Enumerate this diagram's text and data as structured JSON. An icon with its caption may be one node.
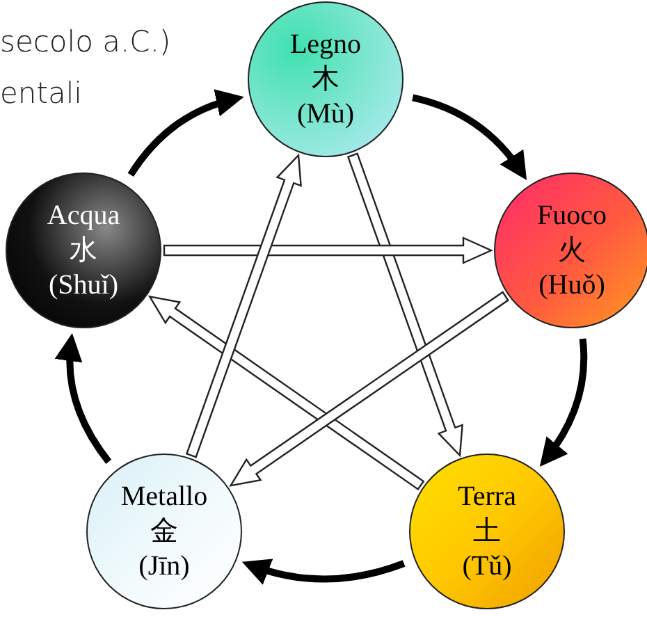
{
  "diagram": {
    "nodes": [
      {
        "text": [
          "Legno",
          "木",
          "(Mù)"
        ]
      },
      {
        "text": [
          "Fuoco",
          "火",
          "(Huǒ)"
        ]
      },
      {
        "text": [
          "Terra",
          "土",
          "(Tǔ)"
        ]
      },
      {
        "text": [
          "Metallo",
          "金",
          "(Jīn)"
        ]
      },
      {
        "text": [
          "Acqua",
          "水",
          "(Shuǐ)"
        ]
      }
    ],
    "edges": [
      {
        "from": 0,
        "to": 1,
        "arrow": "to"
      },
      {
        "from": 1,
        "to": 2,
        "arrow": "to"
      },
      {
        "from": 2,
        "to": 3,
        "arrow": "to"
      },
      {
        "from": 3,
        "to": 4,
        "arrow": "to"
      },
      {
        "from": 4,
        "to": 0,
        "arrow": "to"
      },
      {
        "from": 0,
        "to": 2,
        "arrow": "to",
        "color": "#ffffff"
      },
      {
        "from": 2,
        "to": 4,
        "arrow": "to",
        "color": "#ffffff"
      },
      {
        "from": 4,
        "to": 1,
        "arrow": "to",
        "color": "#ffffff"
      },
      {
        "from": 1,
        "to": 3,
        "arrow": "to",
        "color": "#ffffff"
      },
      {
        "from": 3,
        "to": 0,
        "arrow": "to",
        "color": "#ffffff"
      }
    ],
    "labels": [
      "secolo a.C.)",
      "entali"
    ]
  }
}
